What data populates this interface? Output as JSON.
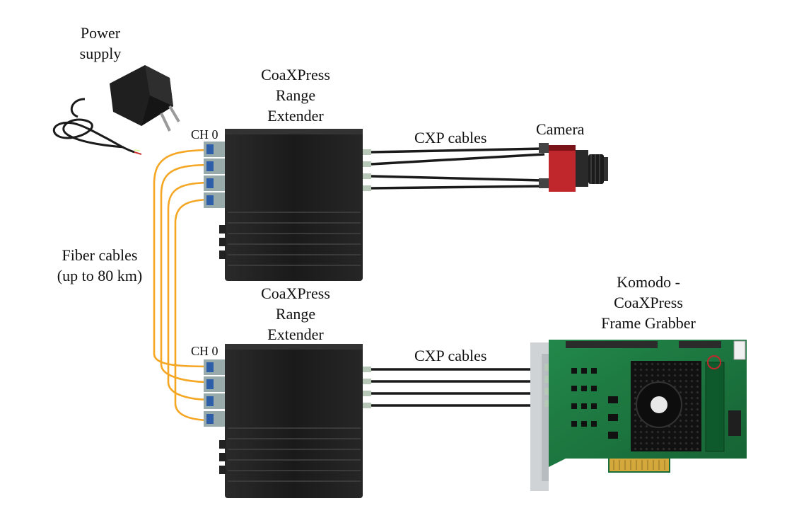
{
  "labels": {
    "power_supply": [
      "Power",
      "supply"
    ],
    "extender_top": [
      "CoaXPress",
      "Range",
      "Extender"
    ],
    "extender_bottom": [
      "CoaXPress",
      "Range",
      "Extender"
    ],
    "ch0_top": "CH 0",
    "ch0_bottom": "CH 0",
    "cxp_cables_top": "CXP cables",
    "cxp_cables_bottom": "CXP cables",
    "camera": "Camera",
    "fiber_cables": [
      "Fiber cables",
      "(up to 80 km)"
    ],
    "frame_grabber": [
      "Komodo -",
      "CoaXPress",
      "Frame Grabber"
    ]
  },
  "colors": {
    "extender_body": "#1c1c1c",
    "fiber": "#f5a623",
    "cable": "#1a1a1a",
    "camera_red": "#c0272d",
    "pcb_green": "#1e7a3c",
    "heatsink": "#141414",
    "sfp_blue": "#2f5ea8"
  }
}
